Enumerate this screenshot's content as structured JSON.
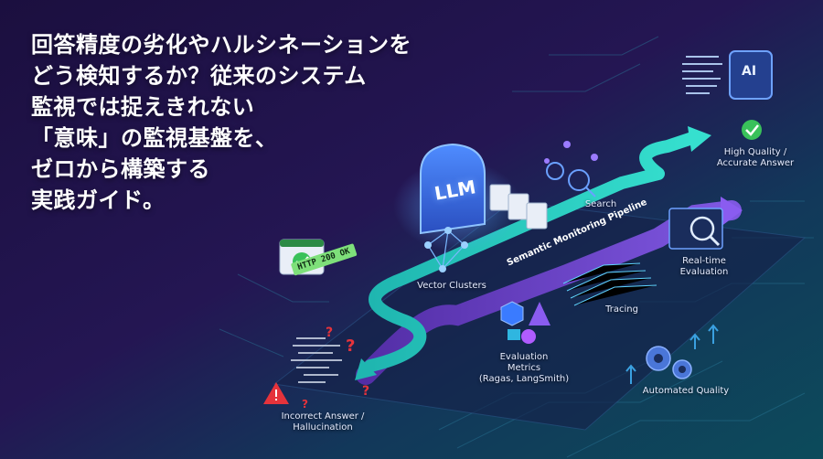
{
  "headline": {
    "lines": [
      "回答精度の劣化やハルシネーションを",
      "どう検知するか？従来のシステム",
      "監視では捉えきれない",
      "「意味」の監視基盤を、",
      "ゼロから構築する",
      "実践ガイド。"
    ]
  },
  "diagram": {
    "llm_label": "LLM",
    "ai_label": "AI",
    "http_badge": "HTTP 200 OK",
    "pipeline_label": "Semantic Monitoring Pipeline",
    "nodes": {
      "search": "Search",
      "vector_clusters": "Vector Clusters",
      "high_quality_1": "High Quality /",
      "high_quality_2": "Accurate Answer",
      "realtime_1": "Real-time",
      "realtime_2": "Evaluation",
      "tracing": "Tracing",
      "eval_1": "Evaluation",
      "eval_2": "Metrics",
      "eval_3": "(Ragas, LangSmith)",
      "automated_quality": "Automated Quality",
      "incorrect_1": "Incorrect Answer /",
      "incorrect_2": "Hallucination"
    }
  },
  "colors": {
    "background_dark": "#1a1040",
    "background_teal": "#0f4a5a",
    "arrow_teal": "#2fd3c4",
    "arrow_purple": "#7a4fd8",
    "accent_blue": "#4aa3ff",
    "success_green": "#39c15a",
    "warning_red": "#e5333b"
  },
  "icons": [
    "llm-chip-icon",
    "ai-document-icon",
    "check-icon",
    "warning-icon",
    "question-icon",
    "magnifier-icon",
    "gear-icon",
    "browser-window-icon",
    "documents-icon",
    "cube-icon"
  ]
}
